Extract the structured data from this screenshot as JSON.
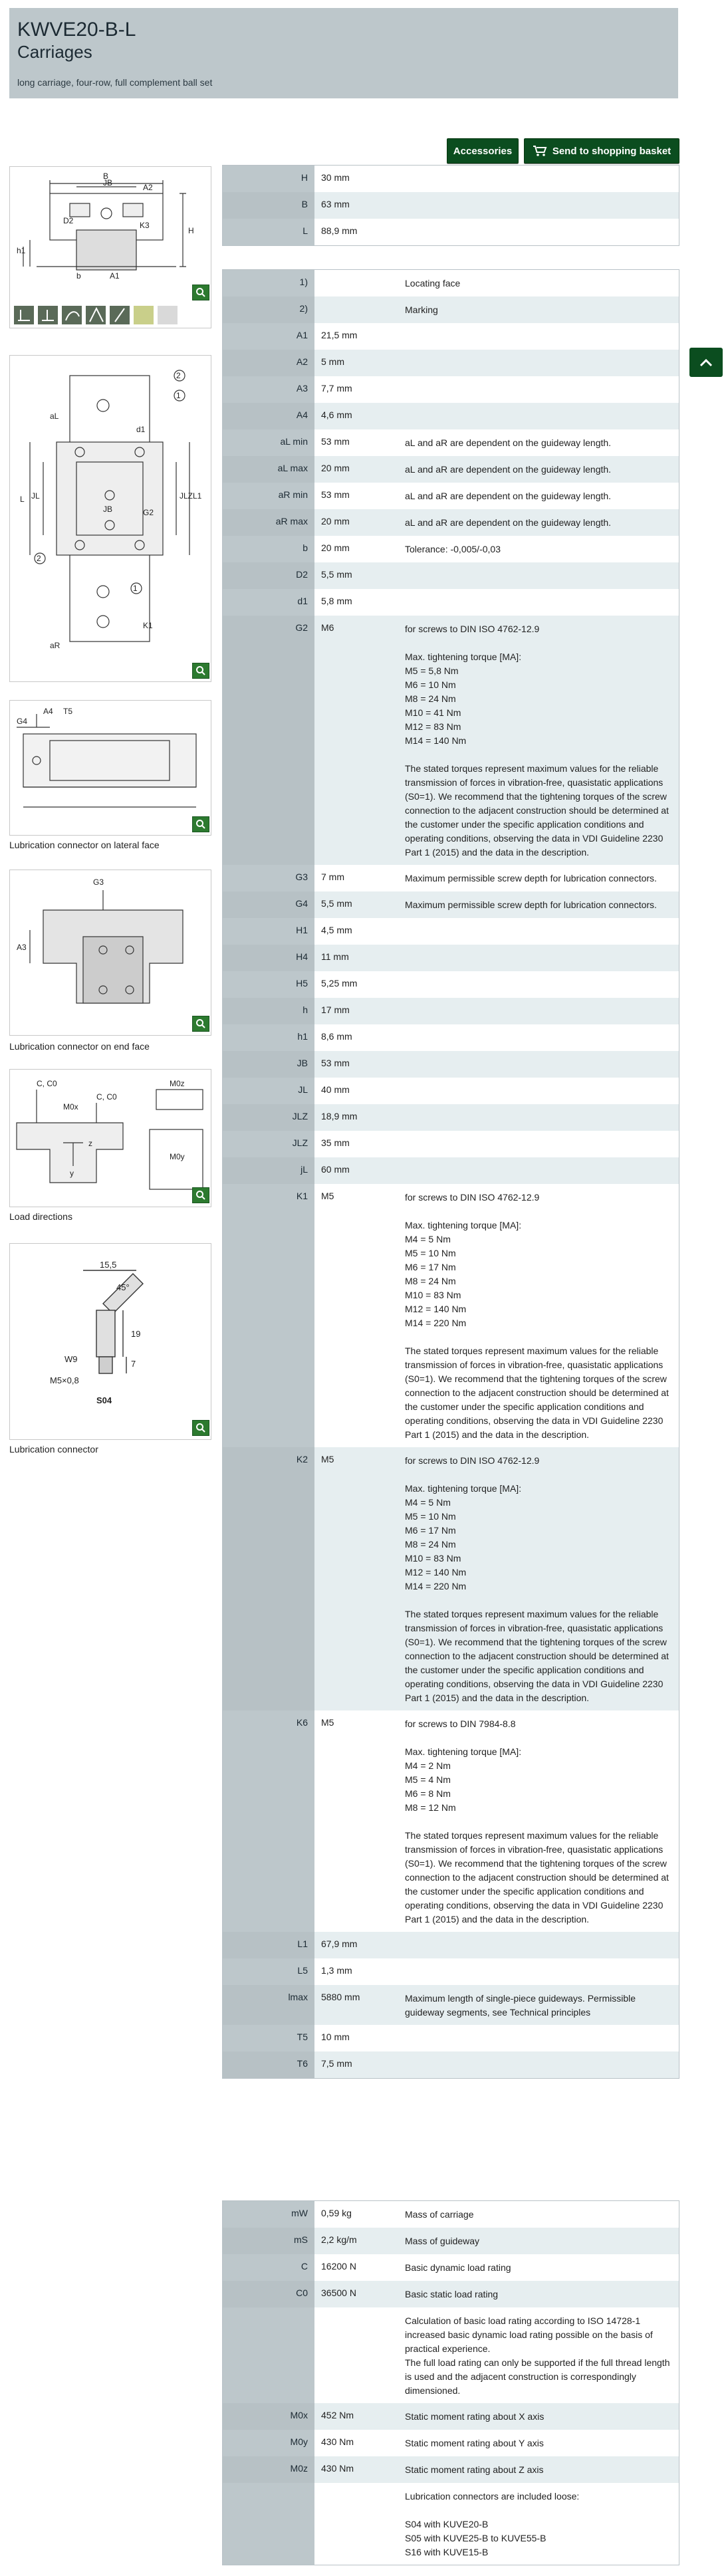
{
  "header": {
    "title": "KWVE20-B-L",
    "subtitle": "Carriages",
    "description": "long carriage, four-row, full complement ball set"
  },
  "buttons": {
    "accessories": "Accessories",
    "basket": "Send to shopping basket"
  },
  "figures": {
    "captions": [
      "Lubrication connector on lateral face",
      "Lubrication connector on end face",
      "Load directions",
      "Lubrication connector"
    ],
    "lubrication_connector": {
      "dim_top": "15,5",
      "angle": "45°",
      "dim_19": "19",
      "dim_7": "7",
      "w": "W9",
      "thread": "M5×0,8",
      "code": "S04"
    }
  },
  "table1": [
    {
      "sym": "H",
      "val": "30  mm",
      "note": ""
    },
    {
      "sym": "B",
      "val": "63  mm",
      "note": ""
    },
    {
      "sym": "L",
      "val": "88,9  mm",
      "note": ""
    }
  ],
  "table2": [
    {
      "sym": "1)",
      "val": "",
      "note": "Locating face"
    },
    {
      "sym": "2)",
      "val": "",
      "note": "Marking"
    },
    {
      "sym": "A1",
      "val": "21,5  mm",
      "note": ""
    },
    {
      "sym": "A2",
      "val": "5  mm",
      "note": ""
    },
    {
      "sym": "A3",
      "val": "7,7  mm",
      "note": ""
    },
    {
      "sym": "A4",
      "val": "4,6  mm",
      "note": ""
    },
    {
      "sym": "aL min",
      "val": "53  mm",
      "note": "aL and aR are dependent on the guideway length."
    },
    {
      "sym": "aL max",
      "val": "20  mm",
      "note": "aL and aR are dependent on the guideway length."
    },
    {
      "sym": "aR min",
      "val": "53  mm",
      "note": "aL and aR are dependent on the guideway length."
    },
    {
      "sym": "aR max",
      "val": "20  mm",
      "note": "aL and aR are dependent on the guideway length."
    },
    {
      "sym": "b",
      "val": "20  mm",
      "note": "Tolerance: -0,005/-0,03"
    },
    {
      "sym": "D2",
      "val": "5,5  mm",
      "note": ""
    },
    {
      "sym": "d1",
      "val": "5,8  mm",
      "note": ""
    },
    {
      "sym": "G2",
      "val": "M6",
      "note": "for screws to DIN ISO 4762-12.9\n\nMax. tightening torque [MA]:\nM5 = 5,8 Nm\nM6 = 10 Nm\nM8 = 24 Nm\nM10 = 41 Nm\nM12 = 83 Nm\nM14 = 140 Nm\n\nThe stated torques represent maximum values for the reliable transmission of forces in vibration-free, quasistatic applications (S0=1). We recommend that the tightening torques of the screw connection to the adjacent construction should be determined at the customer under the specific application conditions and operating conditions, observing the data in VDI Guideline 2230 Part 1 (2015) and the data in the description."
    },
    {
      "sym": "G3",
      "val": "7  mm",
      "note": "Maximum permissible screw depth for lubrication connectors."
    },
    {
      "sym": "G4",
      "val": "5,5  mm",
      "note": "Maximum permissible screw depth for lubrication connectors."
    },
    {
      "sym": "H1",
      "val": "4,5  mm",
      "note": ""
    },
    {
      "sym": "H4",
      "val": "11  mm",
      "note": ""
    },
    {
      "sym": "H5",
      "val": "5,25  mm",
      "note": ""
    },
    {
      "sym": "h",
      "val": "17  mm",
      "note": ""
    },
    {
      "sym": "h1",
      "val": "8,6  mm",
      "note": ""
    },
    {
      "sym": "JB",
      "val": "53  mm",
      "note": ""
    },
    {
      "sym": "JL",
      "val": "40  mm",
      "note": ""
    },
    {
      "sym": "JLZ",
      "val": "18,9  mm",
      "note": ""
    },
    {
      "sym": "JLZ",
      "val": "35  mm",
      "note": ""
    },
    {
      "sym": "jL",
      "val": "60  mm",
      "note": ""
    },
    {
      "sym": "K1",
      "val": "M5",
      "note": "for screws to DIN ISO 4762-12.9\n\nMax. tightening torque [MA]:\nM4 = 5 Nm\nM5 = 10 Nm\nM6 = 17 Nm\nM8 = 24 Nm\nM10 = 83 Nm\nM12 = 140 Nm\nM14 = 220 Nm\n\nThe stated torques represent maximum values for the reliable transmission of forces in vibration-free, quasistatic applications (S0=1). We recommend that the tightening torques of the screw connection to the adjacent construction should be determined at the customer under the specific application conditions and operating conditions, observing the data in VDI Guideline 2230 Part 1 (2015) and the data in the description."
    },
    {
      "sym": "K2",
      "val": "M5",
      "note": "for screws to DIN ISO 4762-12.9\n\nMax. tightening torque [MA]:\nM4 = 5 Nm\nM5 = 10 Nm\nM6 = 17 Nm\nM8 = 24 Nm\nM10 = 83 Nm\nM12 = 140 Nm\nM14 = 220 Nm\n\nThe stated torques represent maximum values for the reliable transmission of forces in vibration-free, quasistatic applications (S0=1). We recommend that the tightening torques of the screw connection to the adjacent construction should be determined at the customer under the specific application conditions and operating conditions, observing the data in VDI Guideline 2230 Part 1 (2015) and the data in the description."
    },
    {
      "sym": "K6",
      "val": "M5",
      "note": "for screws to DIN 7984-8.8\n\nMax. tightening torque [MA]:\nM4 = 2 Nm\nM5 = 4 Nm\nM6 = 8 Nm\nM8 = 12 Nm\n\nThe stated torques represent maximum values for the reliable transmission of forces in vibration-free, quasistatic applications (S0=1). We recommend that the tightening torques of the screw connection to the adjacent construction should be determined at the customer under the specific application conditions and operating conditions, observing the data in VDI Guideline 2230 Part 1 (2015) and the data in the description."
    },
    {
      "sym": "L1",
      "val": "67,9  mm",
      "note": ""
    },
    {
      "sym": "L5",
      "val": "1,3  mm",
      "note": ""
    },
    {
      "sym": "lmax",
      "val": "5880  mm",
      "note": "Maximum length of single-piece guideways. Permissible guideway segments, see Technical principles"
    },
    {
      "sym": "T5",
      "val": "10  mm",
      "note": ""
    },
    {
      "sym": "T6",
      "val": "7,5  mm",
      "note": ""
    }
  ],
  "table3": [
    {
      "sym": "mW",
      "val": "0,59  kg",
      "note": "Mass of carriage"
    },
    {
      "sym": "mS",
      "val": "2,2  kg/m",
      "note": "Mass of guideway"
    },
    {
      "sym": "C",
      "val": "16200  N",
      "note": "Basic dynamic load rating"
    },
    {
      "sym": "C0",
      "val": "36500  N",
      "note": "Basic static load rating"
    },
    {
      "sym": "",
      "val": "",
      "note": "Calculation of basic load rating according to ISO 14728-1 increased basic dynamic load rating possible on the basis of practical experience.\nThe full load rating can only be supported if the full thread length is used and the adjacent construction is correspondingly dimensioned."
    },
    {
      "sym": "M0x",
      "val": "452  Nm",
      "note": "Static moment rating about X axis"
    },
    {
      "sym": "M0y",
      "val": "430  Nm",
      "note": "Static moment rating about Y axis"
    },
    {
      "sym": "M0z",
      "val": "430  Nm",
      "note": "Static moment rating about Z axis"
    },
    {
      "sym": "",
      "val": "",
      "note": "Lubrication connectors are included loose:\n\nS04 with KUVE20-B\nS05 with KUVE25-B to KUVE55-B\nS16 with KUVE15-B"
    }
  ],
  "colors": {
    "header_bg": "#bdc7cb",
    "button_green": "#0b4d1f",
    "row_alt": "#e6eef0",
    "sym_col": "#bdc7cb"
  }
}
